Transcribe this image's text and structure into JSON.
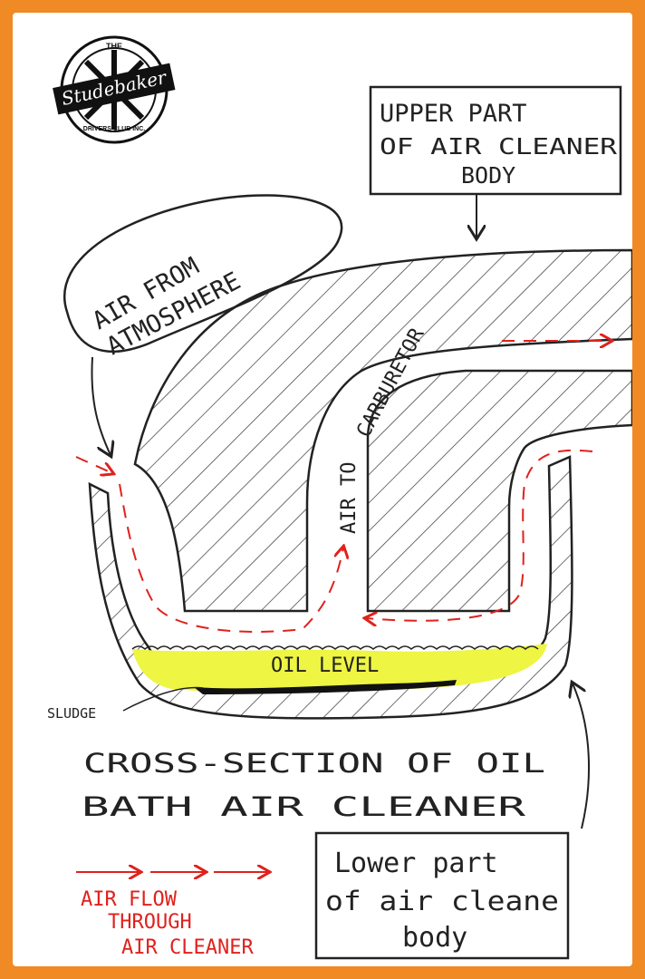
{
  "logo": {
    "top_text": "THE",
    "script_text": "Studebaker",
    "bottom_text": "DRIVERS CLUB INC."
  },
  "labels": {
    "upper_part": [
      "UPPER PART",
      "OF AIR CLEANER",
      "BODY"
    ],
    "air_from_atmosphere": [
      "AIR FROM",
      "ATMOSPHERE"
    ],
    "air_to_carburetor_vertical": "AIR TO",
    "air_to_carburetor_horizontal": "CARBURETOR",
    "oil_level": "OIL LEVEL",
    "sludge": "SLUDGE",
    "title": [
      "CROSS-SECTION OF OIL",
      "BATH AIR CLEANER"
    ],
    "lower_part": [
      "Lower part",
      "of air cleane",
      "body"
    ]
  },
  "legend": {
    "lines": [
      "AIR FLOW",
      "THROUGH",
      "AIR CLEANER"
    ]
  },
  "colors": {
    "background": "#f08a24",
    "ink": "#222222",
    "arrow_red": "#e0211c",
    "oil_yellow": "#eef542"
  }
}
